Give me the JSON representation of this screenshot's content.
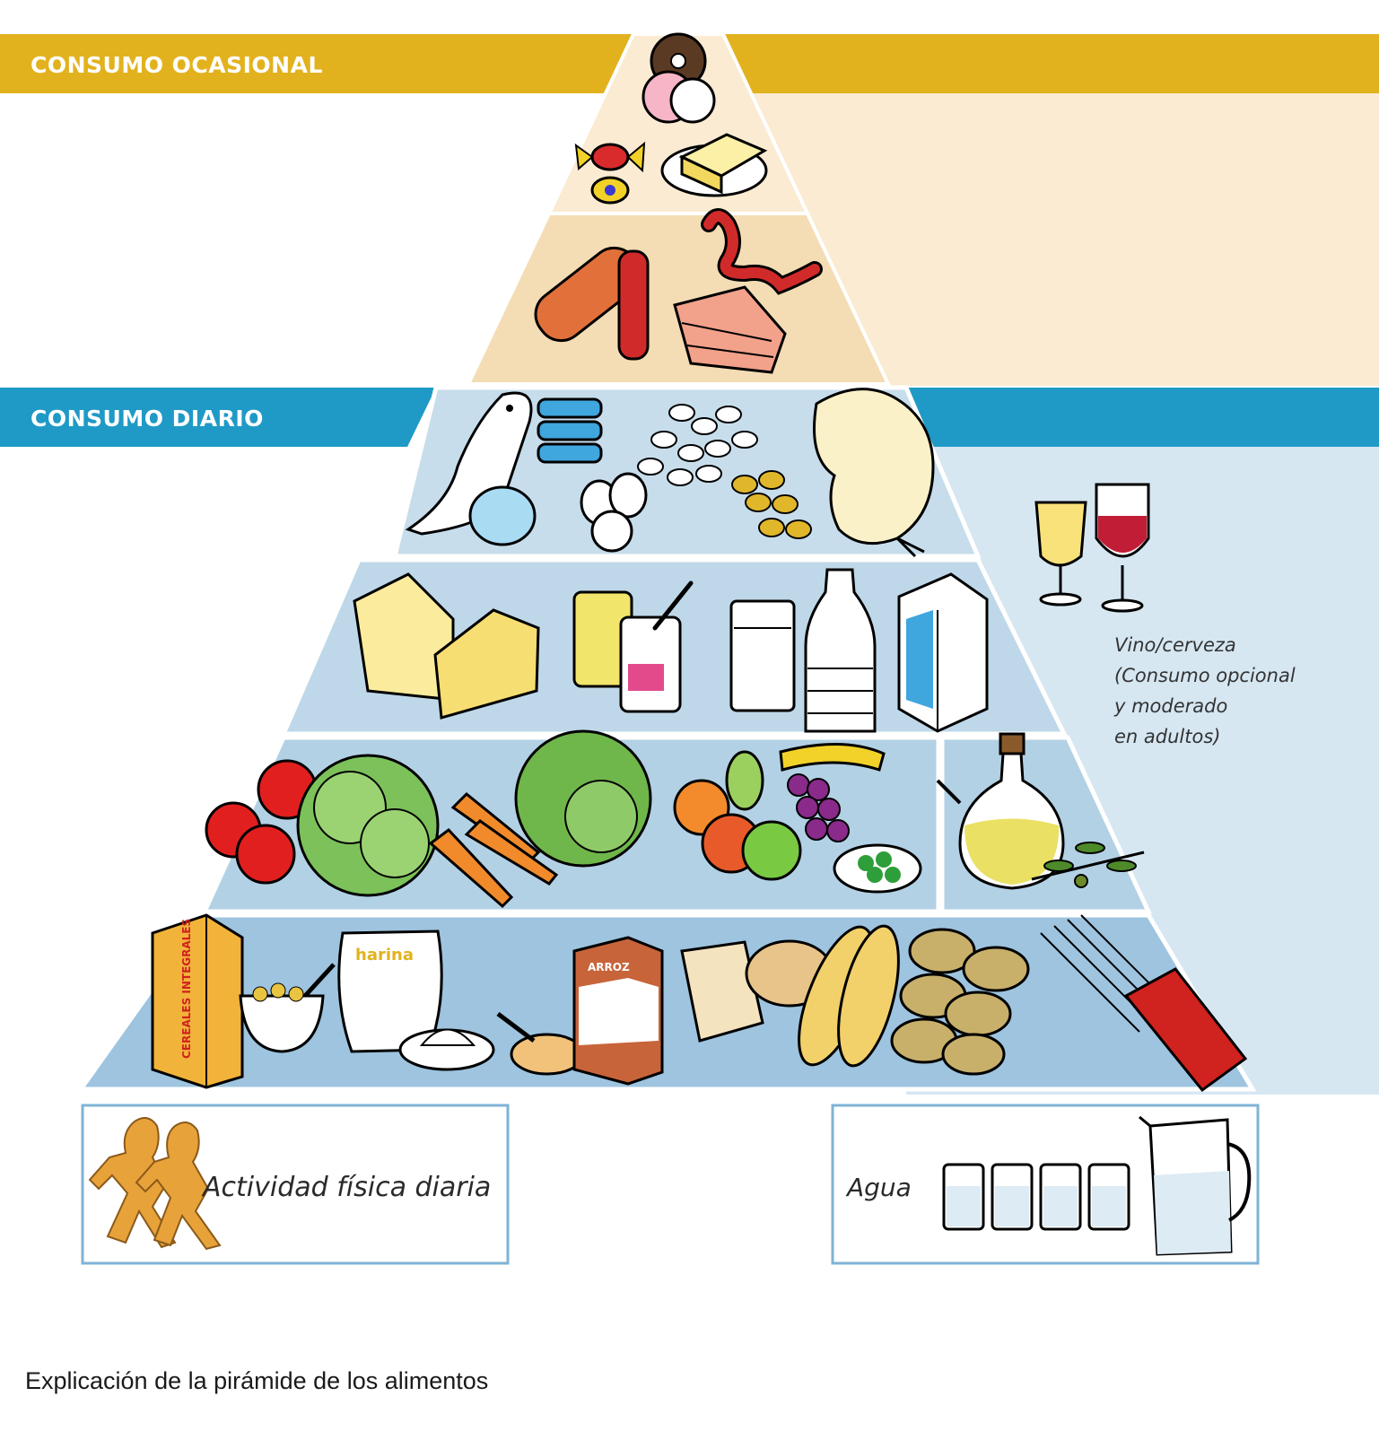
{
  "bands": {
    "occasional": {
      "label": "CONSUMO OCASIONAL",
      "color": "#E2B21E",
      "fill": "#FAEBD2"
    },
    "daily": {
      "label": "CONSUMO DIARIO",
      "color": "#1F9AC6",
      "fill": "#D6E7F2"
    }
  },
  "tiers": [
    {
      "name": "sweets",
      "items": [
        "donut-icon",
        "candy-icon",
        "butter-icon"
      ]
    },
    {
      "name": "processed-meats",
      "items": [
        "sausage-icon",
        "chorizo-icon",
        "bacon-icon"
      ]
    },
    {
      "name": "proteins",
      "items": [
        "fish-icon",
        "canned-fish-icon",
        "beans-icon",
        "eggs-icon",
        "nuts-icon",
        "chicken-icon"
      ]
    },
    {
      "name": "dairy",
      "items": [
        "cheese-icon",
        "yogurt-icon",
        "milk-glass-icon",
        "milk-bottle-icon",
        "milk-carton-icon"
      ]
    },
    {
      "name": "vegetables-fruits-oil",
      "items": [
        "tomato-icon",
        "lettuce-icon",
        "carrot-icon",
        "fruit-icon",
        "grapes-icon",
        "olive-oil-icon"
      ]
    },
    {
      "name": "cereals",
      "items": [
        "cereal-box-icon",
        "flour-icon",
        "rice-icon",
        "bread-icon",
        "potato-icon",
        "pasta-icon"
      ]
    }
  ],
  "cereal_box_text": "CEREALES INTEGRALES",
  "flour_text": "harina",
  "rice_text": "ARROZ",
  "wine_note": "Vino/cerveza\n(Consumo opcional\ny moderado\nen adultos)",
  "activity_box": {
    "label": "Actividad física diaria"
  },
  "water_box": {
    "label": "Agua",
    "glasses": 4
  },
  "caption": "Explicación de la pirámide de los alimentos"
}
